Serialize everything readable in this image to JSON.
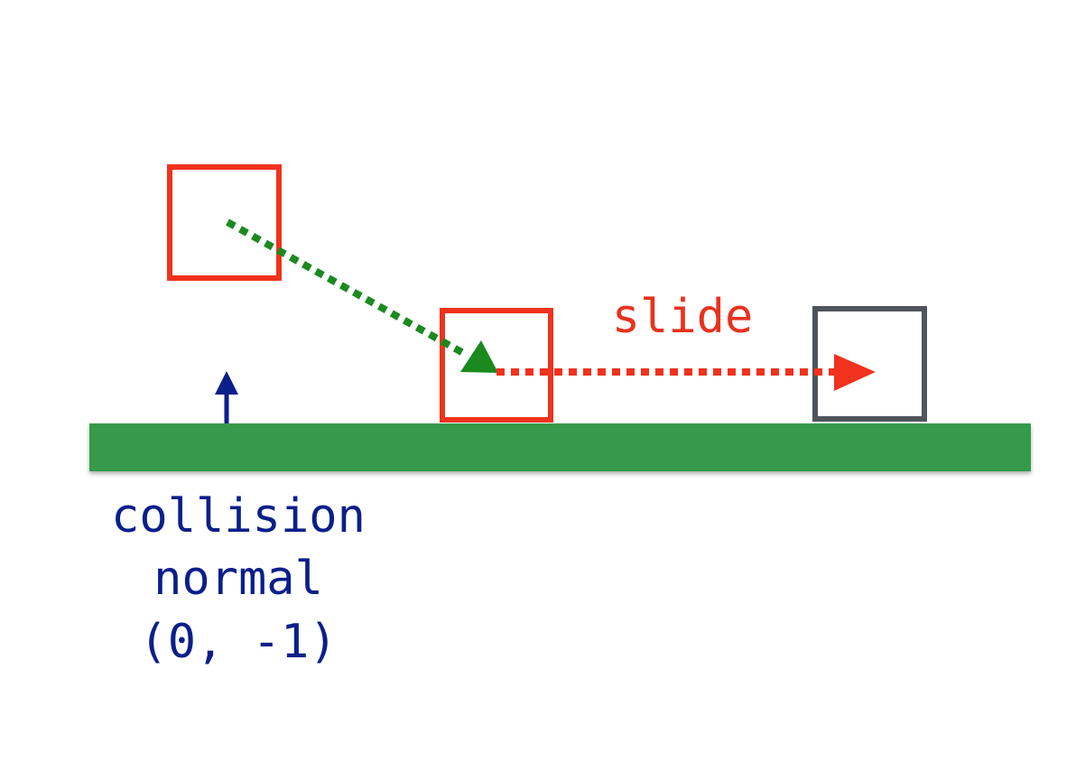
{
  "labels": {
    "slide": "slide",
    "normal_line1": "collision",
    "normal_line2": "normal",
    "normal_line3": "(0, -1)"
  },
  "colors": {
    "background": "#ffffff",
    "floor": "#349a4a",
    "box_moving": "#f0321e",
    "box_final": "#50555c",
    "motion_arrow": "#1a8a1e",
    "slide_arrow": "#f0321e",
    "normal_arrow": "#0a1f8a",
    "slide_text": "#e8321e",
    "normal_text": "#0a1f8a"
  }
}
